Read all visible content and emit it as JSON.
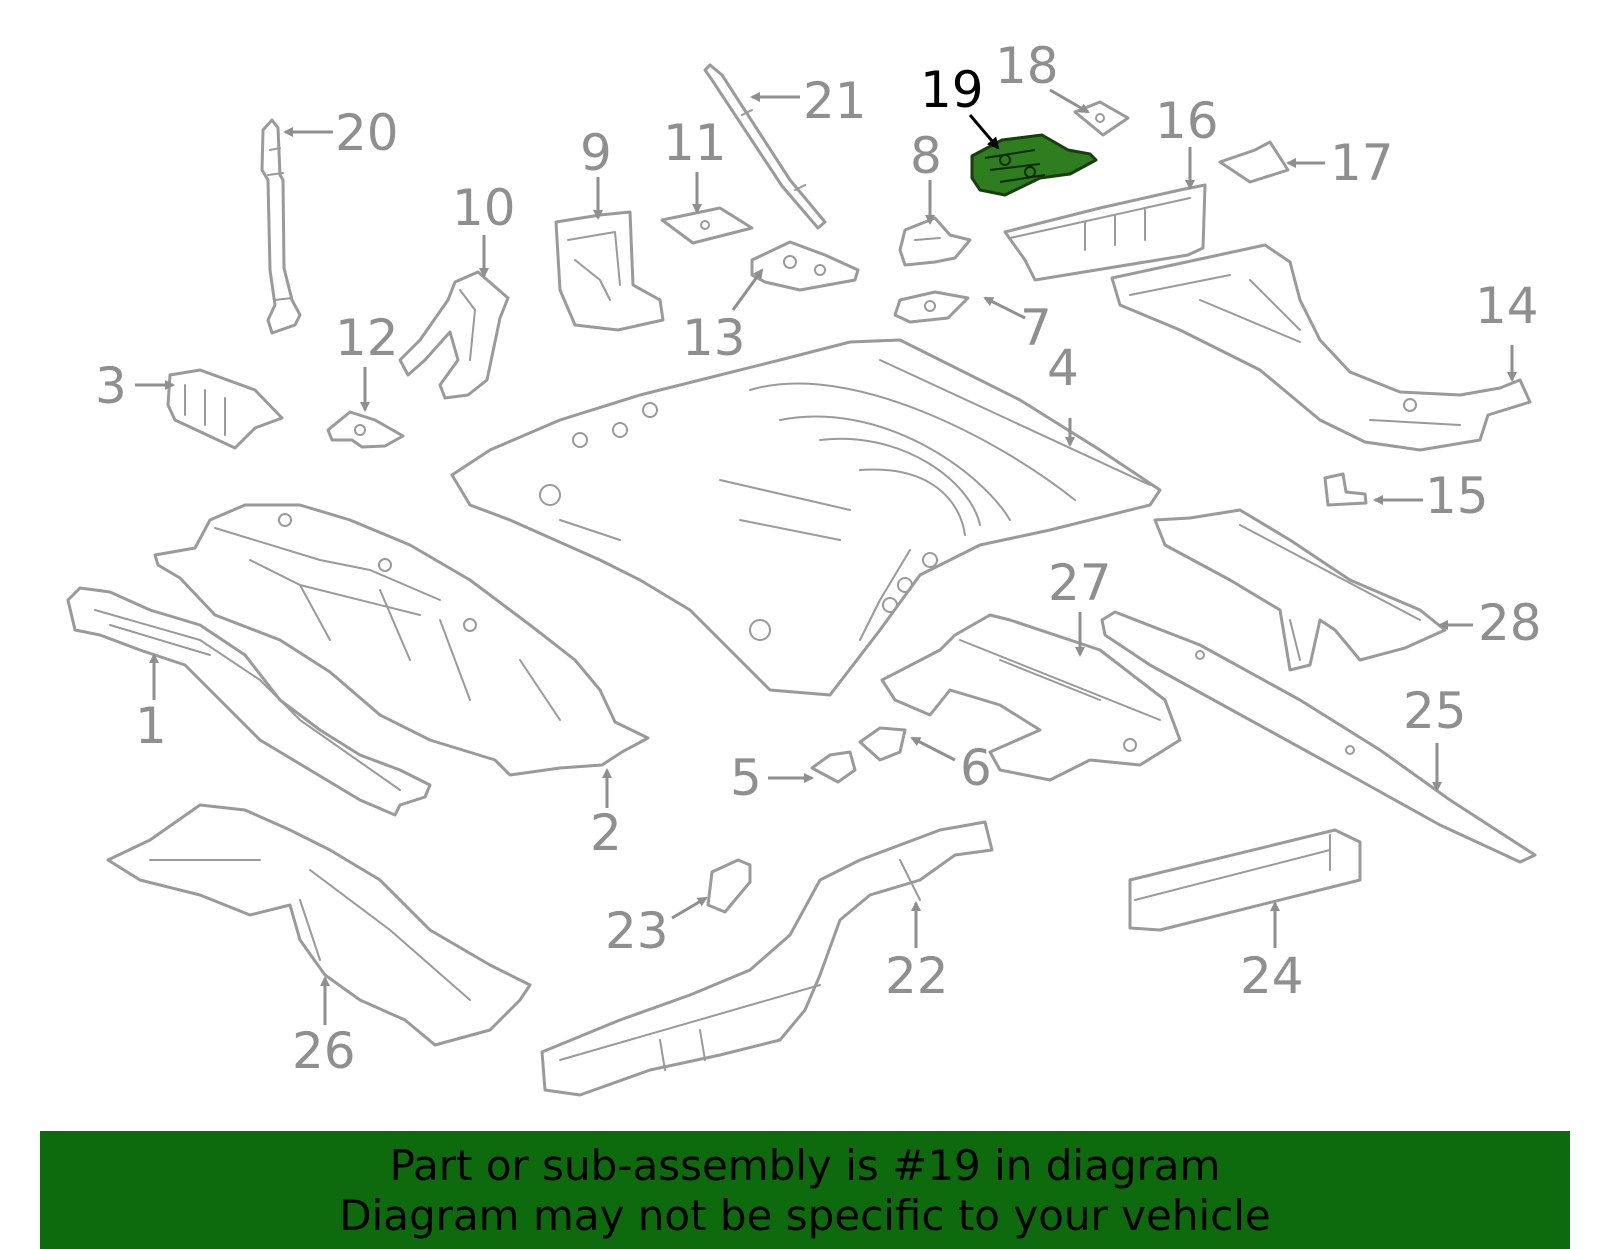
{
  "highlight": {
    "part_number": "19",
    "fill_color": "#2e7d1e",
    "label_color": "#000000"
  },
  "callouts": {
    "c1": "1",
    "c2": "2",
    "c3": "3",
    "c4": "4",
    "c5": "5",
    "c6": "6",
    "c7": "7",
    "c8": "8",
    "c9": "9",
    "c10": "10",
    "c11": "11",
    "c12": "12",
    "c13": "13",
    "c14": "14",
    "c15": "15",
    "c16": "16",
    "c17": "17",
    "c18": "18",
    "c19": "19",
    "c20": "20",
    "c21": "21",
    "c22": "22",
    "c23": "23",
    "c24": "24",
    "c25": "25",
    "c26": "26",
    "c27": "27",
    "c28": "28"
  },
  "banner": {
    "line1": "Part or sub-assembly is #19 in diagram",
    "line2": "Diagram may not be specific to your vehicle",
    "background": "#0d6b0d"
  }
}
